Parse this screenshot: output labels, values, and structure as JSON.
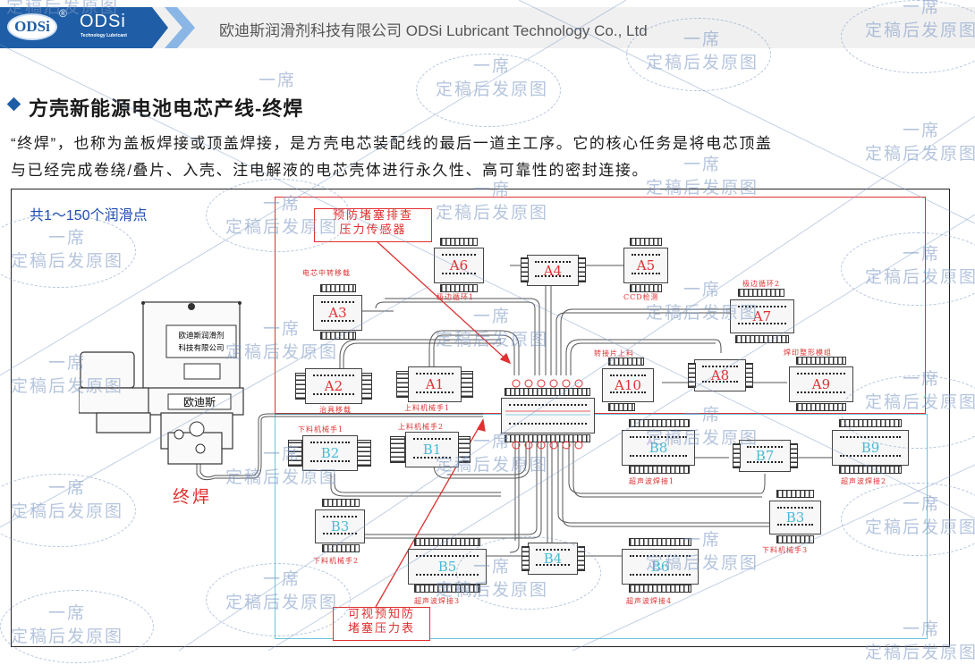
{
  "header": {
    "logo_badge": "ODSi",
    "logo_reg": "®",
    "logo_brand": "ODSi",
    "logo_sub": "Technology Lubricant",
    "title": "欧迪斯润滑剂科技有限公司 ODSi Lubricant Technology Co., Ltd"
  },
  "section": {
    "title": "方壳新能源电池电芯产线-终焊",
    "paragraph_line1": "“终焊”，也称为盖板焊接或顶盖焊接，是方壳电芯装配线的最后一道主工序。它的核心任务是将电芯顶盖",
    "paragraph_line2": "与已经完成卷绕/叠片、入壳、注电解液的电芯壳体进行永久性、高可靠性的密封连接。"
  },
  "diagram": {
    "total_points_label": "共1～150个润滑点",
    "process_label": "终焊",
    "callout_sensor": [
      "预防堵塞排查",
      "压力传感器"
    ],
    "callout_gauge": [
      "可视预知防",
      "堵塞压力表"
    ],
    "pump": {
      "panel_text_line1": "欧迪斯润滑剂",
      "panel_text_line2": "科技有限公司",
      "nameplate": "欧迪斯"
    },
    "zone_a_blocks": [
      {
        "id": "A1",
        "label": "上料机械手1"
      },
      {
        "id": "A2",
        "label": "治具移载"
      },
      {
        "id": "A3",
        "label": "电芯中转移载"
      },
      {
        "id": "A4",
        "label": ""
      },
      {
        "id": "A5",
        "label": "CCD检测"
      },
      {
        "id": "A6",
        "label": "极边循环1"
      },
      {
        "id": "A7",
        "label": "极边循环2"
      },
      {
        "id": "A8",
        "label": ""
      },
      {
        "id": "A9",
        "label": "焊印整形模组"
      },
      {
        "id": "A10",
        "label": "转接片上料"
      }
    ],
    "zone_b_blocks": [
      {
        "id": "B1",
        "label": "上料机械手2"
      },
      {
        "id": "B2",
        "label": "下料机械手1"
      },
      {
        "id": "B3",
        "label": "下料机械手2"
      },
      {
        "id": "B3",
        "label": "下料机械手3"
      },
      {
        "id": "B4",
        "label": ""
      },
      {
        "id": "B5",
        "label": "超声波焊接3"
      },
      {
        "id": "B6",
        "label": "超声波焊接4"
      },
      {
        "id": "B7",
        "label": ""
      },
      {
        "id": "B8",
        "label": "超声波焊接1"
      },
      {
        "id": "B9",
        "label": "超声波焊接2"
      }
    ]
  },
  "watermark": {
    "line1": "一席",
    "line2": "定稿后发原图"
  },
  "colors": {
    "brand_blue": "#1f5ea6",
    "zone_a_red": "#e03030",
    "zone_b_cyan": "#69c6dd",
    "watermark": "#7896c3"
  }
}
